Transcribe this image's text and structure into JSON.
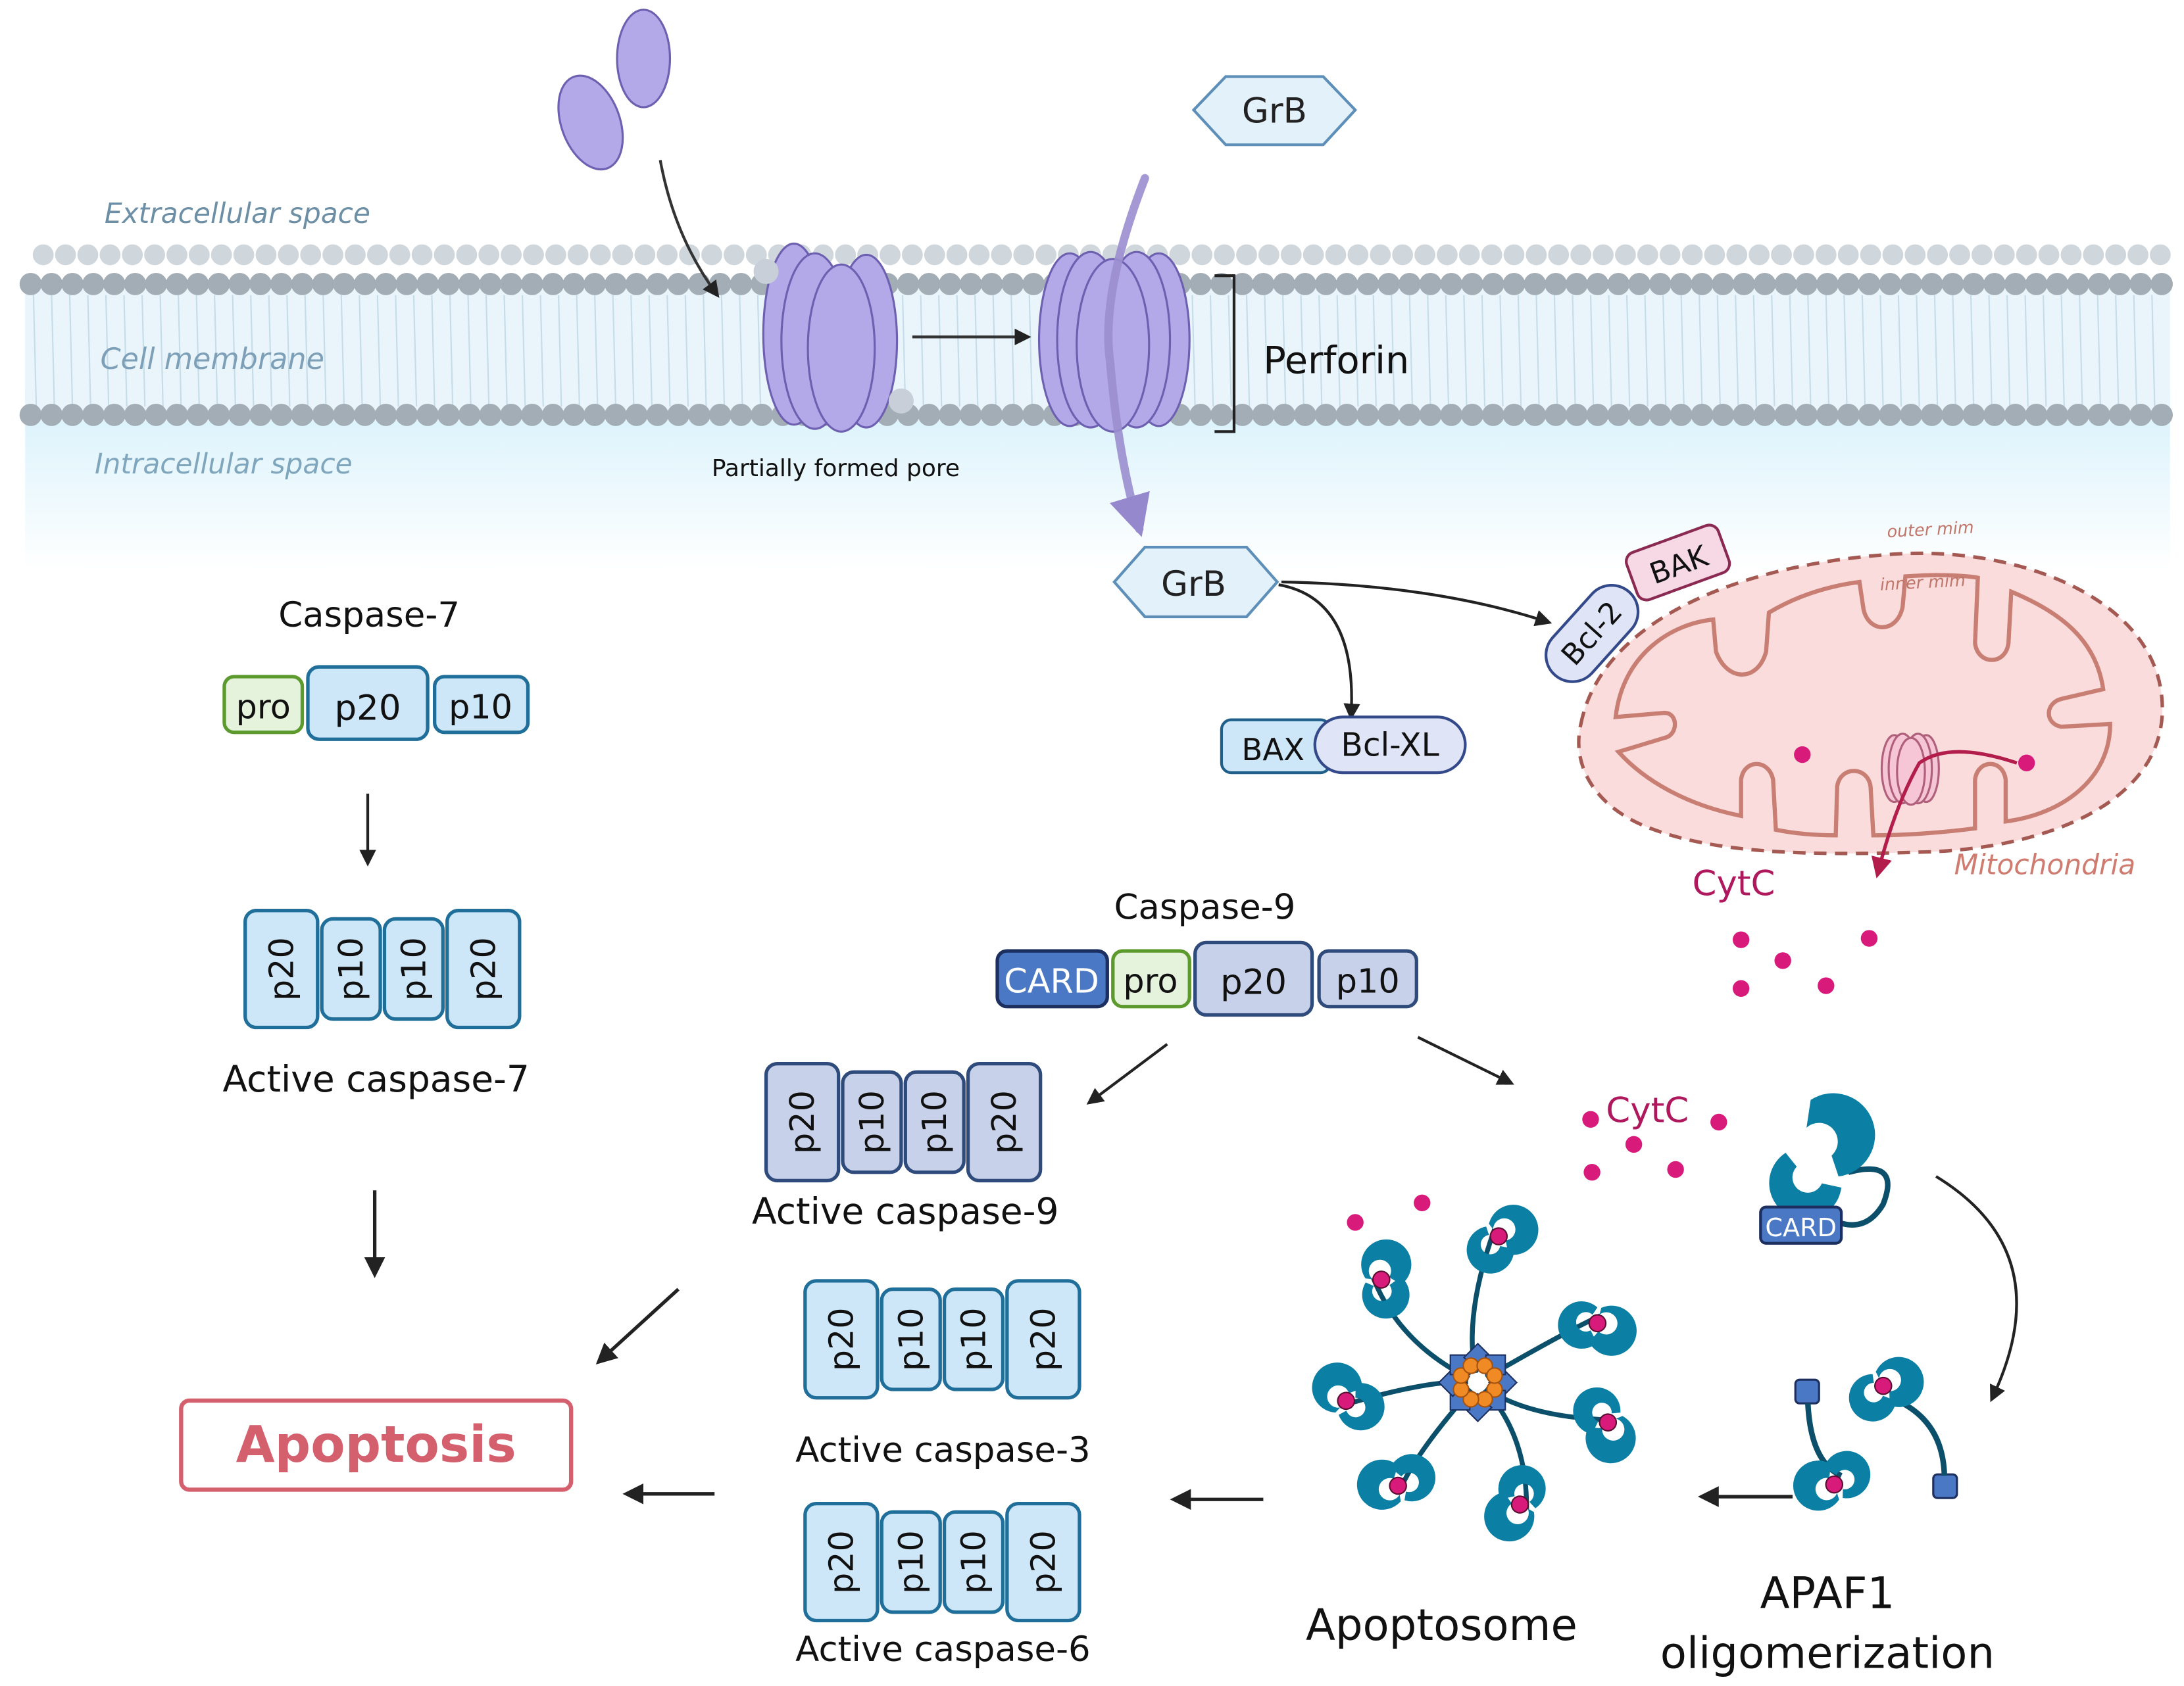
{
  "regions": {
    "extracellular": "Extracellular space",
    "membrane": "Cell membrane",
    "intracellular": "Intracellular space"
  },
  "perforin": {
    "label": "Perforin",
    "partial_pore": "Partially formed pore"
  },
  "granzyme": {
    "outside": "GrB",
    "inside": "GrB"
  },
  "bcl": {
    "bax": "BAX",
    "bclxl": "Bcl-XL",
    "bcl2": "Bcl-2",
    "bak": "BAK"
  },
  "mitochondria": {
    "label": "Mitochondria",
    "outer": "outer mim",
    "inner": "inner mim",
    "cytc1": "CytC",
    "cytc2": "CytC"
  },
  "caspase7": {
    "title": "Caspase-7",
    "pro": "pro",
    "p20": "p20",
    "p10": "p10",
    "active_units": [
      "p20",
      "p10",
      "p10",
      "p20"
    ],
    "active_label": "Active caspase-7"
  },
  "caspase9": {
    "title": "Caspase-9",
    "card": "CARD",
    "pro": "pro",
    "p20": "p20",
    "p10": "p10",
    "active_units": [
      "p20",
      "p10",
      "p10",
      "p20"
    ],
    "active_label": "Active caspase-9"
  },
  "caspase3": {
    "active_units": [
      "p20",
      "p10",
      "p10",
      "p20"
    ],
    "active_label": "Active caspase-3"
  },
  "caspase6": {
    "active_units": [
      "p20",
      "p10",
      "p10",
      "p20"
    ],
    "active_label": "Active caspase-6"
  },
  "apaf": {
    "card": "CARD",
    "label_line1": "APAF1",
    "label_line2": "oligomerization"
  },
  "apoptosome": "Apoptosome",
  "apoptosis": "Apoptosis",
  "colors": {
    "perforin": "#b3a9e8",
    "caspase_fill": "#cde6f8",
    "caspase_stroke": "#1f6f9a",
    "casp9_fill": "#c8d1ea",
    "casp9_stroke": "#2f4b7c",
    "card_fill": "#4a78c4",
    "pro_stroke": "#5c9a2e",
    "cytc": "#d81b7a",
    "apaf": "#0b7fa4",
    "mito_fill": "#f8d7d5",
    "mito_stroke": "#c06a5e",
    "apoptosis": "#d4606e"
  }
}
